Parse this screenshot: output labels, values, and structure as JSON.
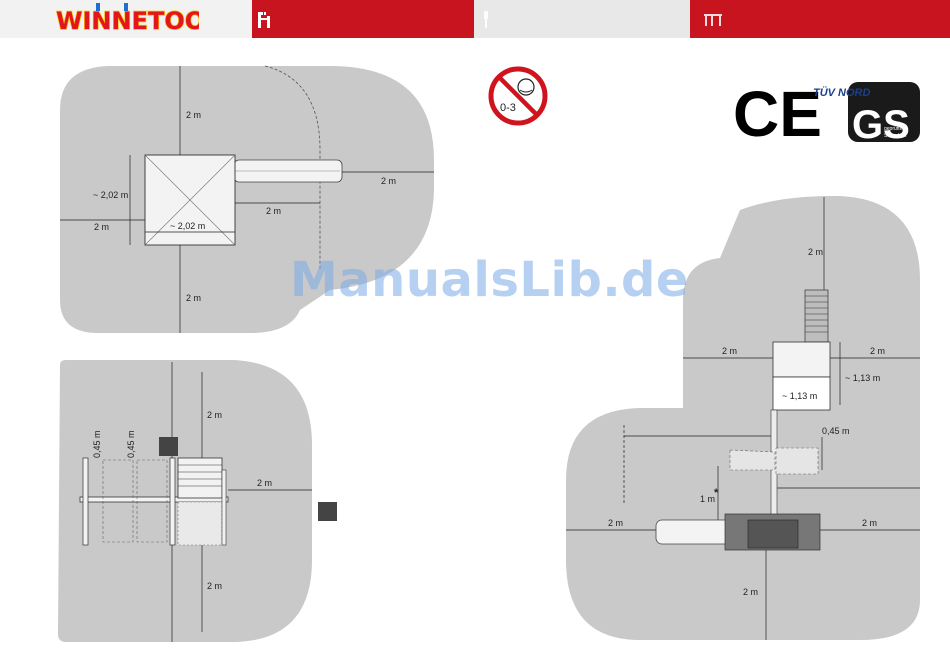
{
  "header": {
    "brand": "WINNETOO",
    "colors": {
      "red": "#c8141e",
      "bar": "#f2f2f2"
    },
    "icons": [
      "assembly-icon",
      "tools-icon",
      "bench-icon"
    ]
  },
  "symbols": {
    "age_warning": "0-3",
    "ce_mark": "CE",
    "tuv_label": "TÜV NORD",
    "gs_label": "GS",
    "gs_small_1": "geprüfte",
    "gs_small_2": "Sicherheit"
  },
  "watermark": "ManualsLib.de",
  "diagram_top_left": {
    "dim_top": "2 m",
    "dim_slide_right": "2 m",
    "dim_width": "~ 2,02 m",
    "dim_left": "2 m",
    "dim_middle": "2 m",
    "dim_bottom_width": "~ 2,02 m",
    "dim_bottom": "2 m"
  },
  "diagram_bottom_left": {
    "dim_top": "2 m",
    "dim_right": "2 m",
    "dim_bottom": "2 m",
    "gap_1": "0,45 m",
    "gap_2": "0,45 m"
  },
  "diagram_right": {
    "dim_top": "2 m",
    "dim_left_top": "2 m",
    "dim_right_top": "2 m",
    "dim_height": "~ 1,13 m",
    "dim_width": "~ 1,13 m",
    "dim_step": "0,45 m",
    "dim_platform": "1 m",
    "asterisk": "*",
    "dim_left_bottom": "2 m",
    "dim_right_bottom": "2 m",
    "dim_bottom": "2 m"
  }
}
